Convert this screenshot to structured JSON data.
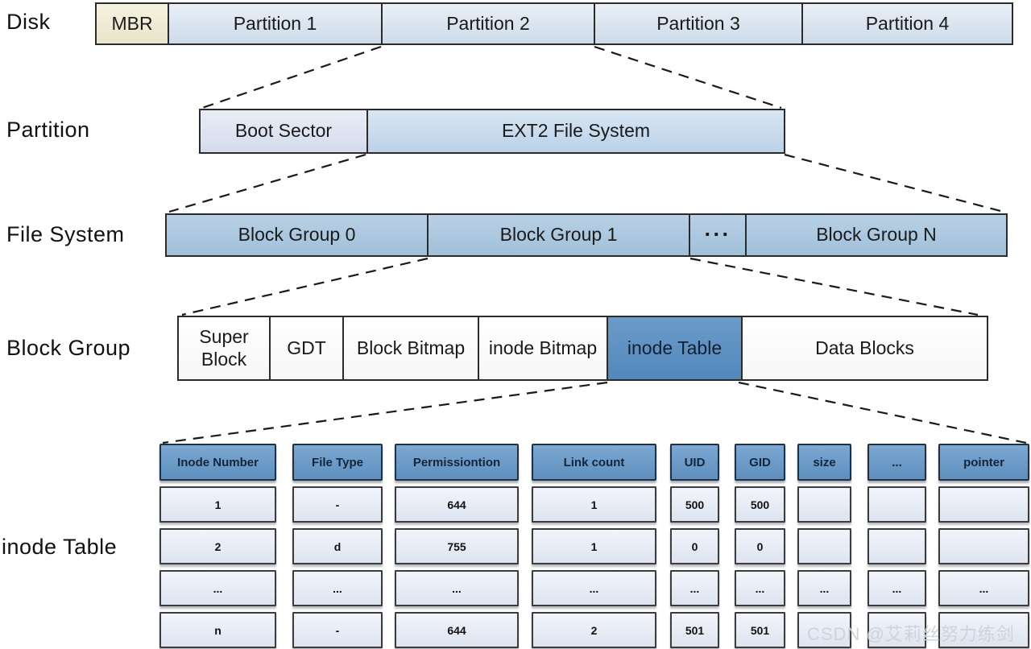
{
  "diagram": {
    "levels": [
      {
        "label": "Disk",
        "boxes": [
          "MBR",
          "Partition 1",
          "Partition 2",
          "Partition 3",
          "Partition 4"
        ]
      },
      {
        "label": "Partition",
        "boxes": [
          "Boot Sector",
          "EXT2 File System"
        ]
      },
      {
        "label": "File System",
        "boxes": [
          "Block Group 0",
          "Block Group 1",
          "···",
          "Block Group N"
        ]
      },
      {
        "label": "Block Group",
        "boxes": [
          "Super Block",
          "GDT",
          "Block Bitmap",
          "inode Bitmap",
          "inode Table",
          "Data Blocks"
        ]
      }
    ],
    "inode_table": {
      "label": "inode Table",
      "headers": [
        "Inode Number",
        "File Type",
        "Permissiontion",
        "Link count",
        "UID",
        "GID",
        "size",
        "...",
        "pointer"
      ],
      "rows": [
        [
          "1",
          "-",
          "644",
          "1",
          "500",
          "500",
          "",
          "",
          ""
        ],
        [
          "2",
          "d",
          "755",
          "1",
          "0",
          "0",
          "",
          "",
          ""
        ],
        [
          "...",
          "...",
          "...",
          "...",
          "...",
          "...",
          "...",
          "...",
          "..."
        ],
        [
          "n",
          "-",
          "644",
          "2",
          "501",
          "501",
          "",
          "",
          ""
        ]
      ]
    },
    "watermark": "CSDN @艾莉丝努力练剑",
    "colors": {
      "mbr_bg": "#f0edd6",
      "partition_bg": "#dae4ef",
      "ext2_bg": "#c8dbed",
      "block_group_bg": "#abc7df",
      "inode_table_cell_bg": "#5b90c2",
      "table_header_bg": "#6f9fcb",
      "table_cell_bg": "#e8edf6",
      "line_color": "#1a1a1a"
    }
  }
}
